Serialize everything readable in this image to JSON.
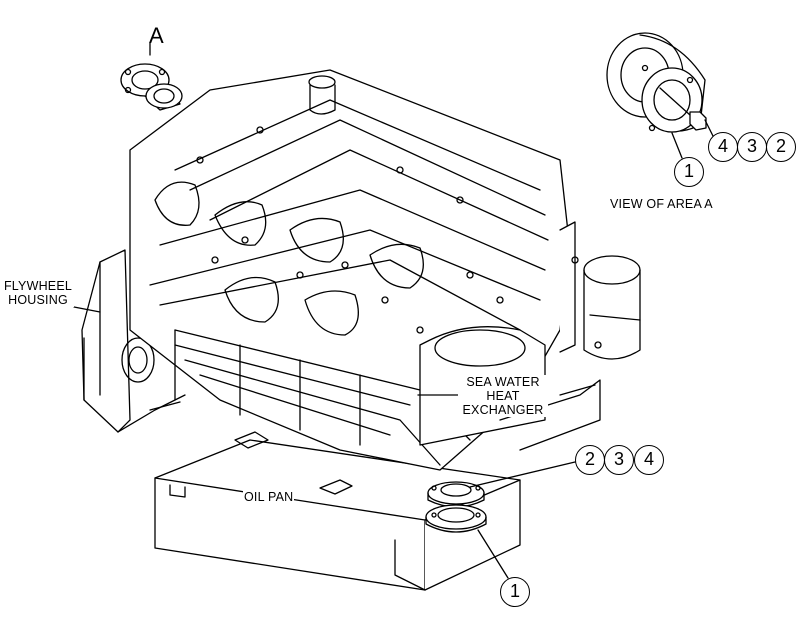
{
  "labels": {
    "area_letter": "A",
    "view_of_area": "VIEW OF AREA A",
    "flywheel_line1": "FLYWHEEL",
    "flywheel_line2": "HOUSING",
    "sea_water_line1": "SEA WATER",
    "sea_water_line2": "HEAT",
    "sea_water_line3": "EXCHANGER",
    "oil_pan": "OIL PAN"
  },
  "callouts": {
    "view_top_1": "4",
    "view_top_2": "3",
    "view_top_3": "2",
    "view_bottom": "1",
    "main_top_1": "2",
    "main_top_2": "3",
    "main_top_3": "4",
    "main_bottom": "1"
  },
  "colors": {
    "line": "#000000",
    "background": "#ffffff"
  }
}
